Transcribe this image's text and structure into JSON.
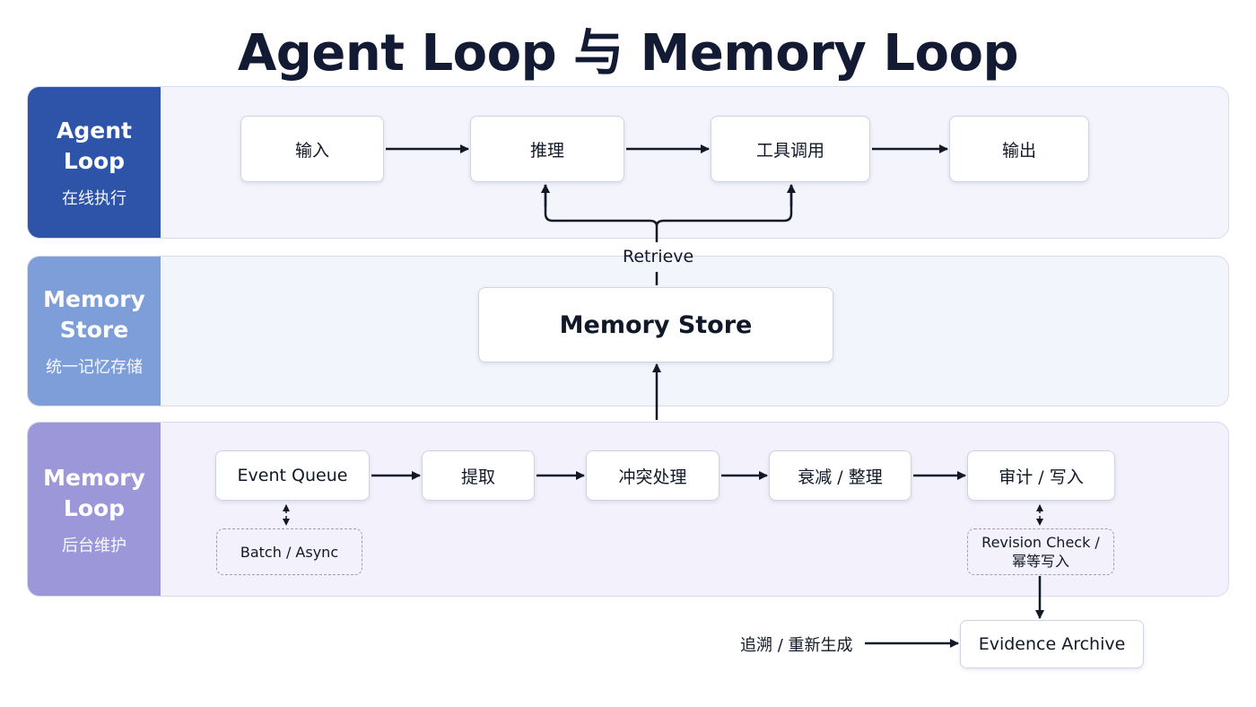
{
  "title": "Agent Loop 与 Memory Loop",
  "bands": {
    "agent": {
      "title": "Agent\nLoop",
      "subtitle": "在线执行",
      "color": "#2d54a8"
    },
    "store": {
      "title": "Memory\nStore",
      "subtitle": "统一记忆存储",
      "color": "#7d9ed9"
    },
    "memory": {
      "title": "Memory\nLoop",
      "subtitle": "后台维护",
      "color": "#9b97d8"
    }
  },
  "agent_loop": {
    "nodes": [
      "输入",
      "推理",
      "工具调用",
      "输出"
    ]
  },
  "retrieve_label": "Retrieve",
  "memory_store_node": "Memory Store",
  "memory_loop": {
    "nodes": [
      "Event Queue",
      "提取",
      "冲突处理",
      "衰减 / 整理",
      "审计 / 写入"
    ],
    "batch_note": "Batch / Async",
    "revision_note": "Revision Check /\n幂等写入"
  },
  "archive": {
    "node": "Evidence Archive",
    "trace_label": "追溯 / 重新生成"
  },
  "colors": {
    "arrow": "#111827",
    "agent_band_bg": "#f3f4fc",
    "store_band_bg": "#f3f5fc",
    "memory_band_bg": "#f3f1fb"
  }
}
